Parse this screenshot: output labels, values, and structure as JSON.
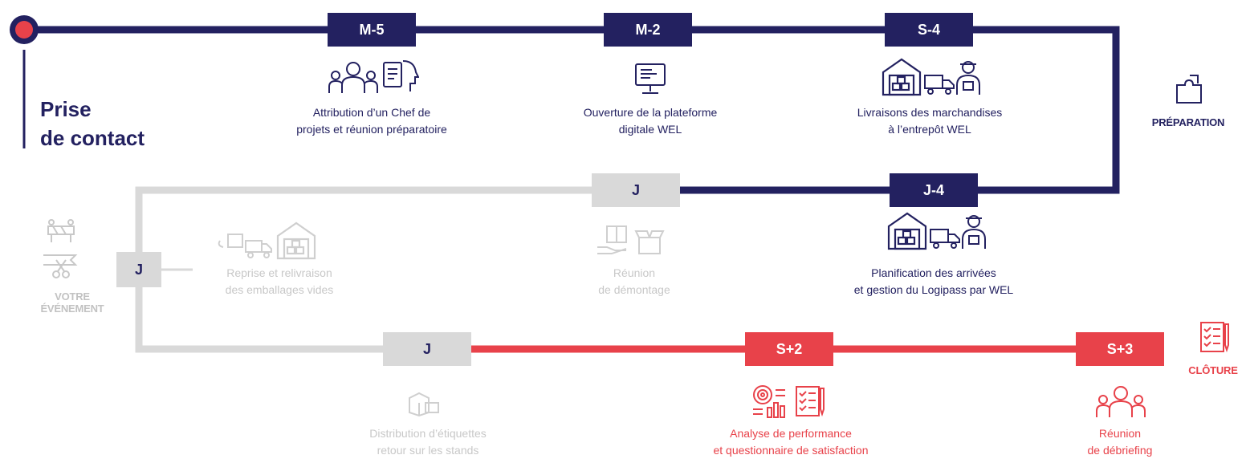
{
  "colors": {
    "navy": "#232160",
    "grey": "#d9d9d9",
    "red": "#e8424a",
    "grey_text": "#c8c8c8"
  },
  "title": {
    "line1": "Prise",
    "line2": "de contact"
  },
  "phases": {
    "preparation": "PRÉPARATION",
    "event_line1": "VOTRE",
    "event_line2": "ÉVÉNEMENT",
    "closing": "CLÔTURE"
  },
  "milestones": {
    "m5": {
      "label": "M-5",
      "cap1": "Attribution d’un Chef de",
      "cap2": "projets et réunion préparatoire"
    },
    "m2": {
      "label": "M-2",
      "cap1": "Ouverture de la plateforme",
      "cap2": "digitale WEL"
    },
    "s4": {
      "label": "S-4",
      "cap1": "Livraisons des marchandises",
      "cap2": "à l’entrepôt WEL"
    },
    "j4": {
      "label": "J-4",
      "cap1": "Planification des arrivées",
      "cap2": "et gestion du Logipass par WEL"
    },
    "j_top": {
      "label": "J",
      "cap1": "Réunion",
      "cap2": "de démontage"
    },
    "j_left": {
      "label": "J",
      "cap1": "Reprise et relivraison",
      "cap2": "des emballages vides"
    },
    "j_bottom": {
      "label": "J",
      "cap1": "Distribution d’étiquettes",
      "cap2": "retour sur les stands"
    },
    "s2": {
      "label": "S+2",
      "cap1": "Analyse de performance",
      "cap2": "et questionnaire de satisfaction"
    },
    "s3": {
      "label": "S+3",
      "cap1": "Réunion",
      "cap2": "de débriefing"
    }
  },
  "icons": [
    "team-icon",
    "document-head-icon",
    "computer-icon",
    "warehouse-icon",
    "truck-icon",
    "courier-icon",
    "puzzle-icon",
    "box-hand-icon",
    "box-open-icon",
    "barrier-icon",
    "ribbon-scissors-icon",
    "parcel-label-icon",
    "target-chart-icon",
    "checklist-icon"
  ]
}
